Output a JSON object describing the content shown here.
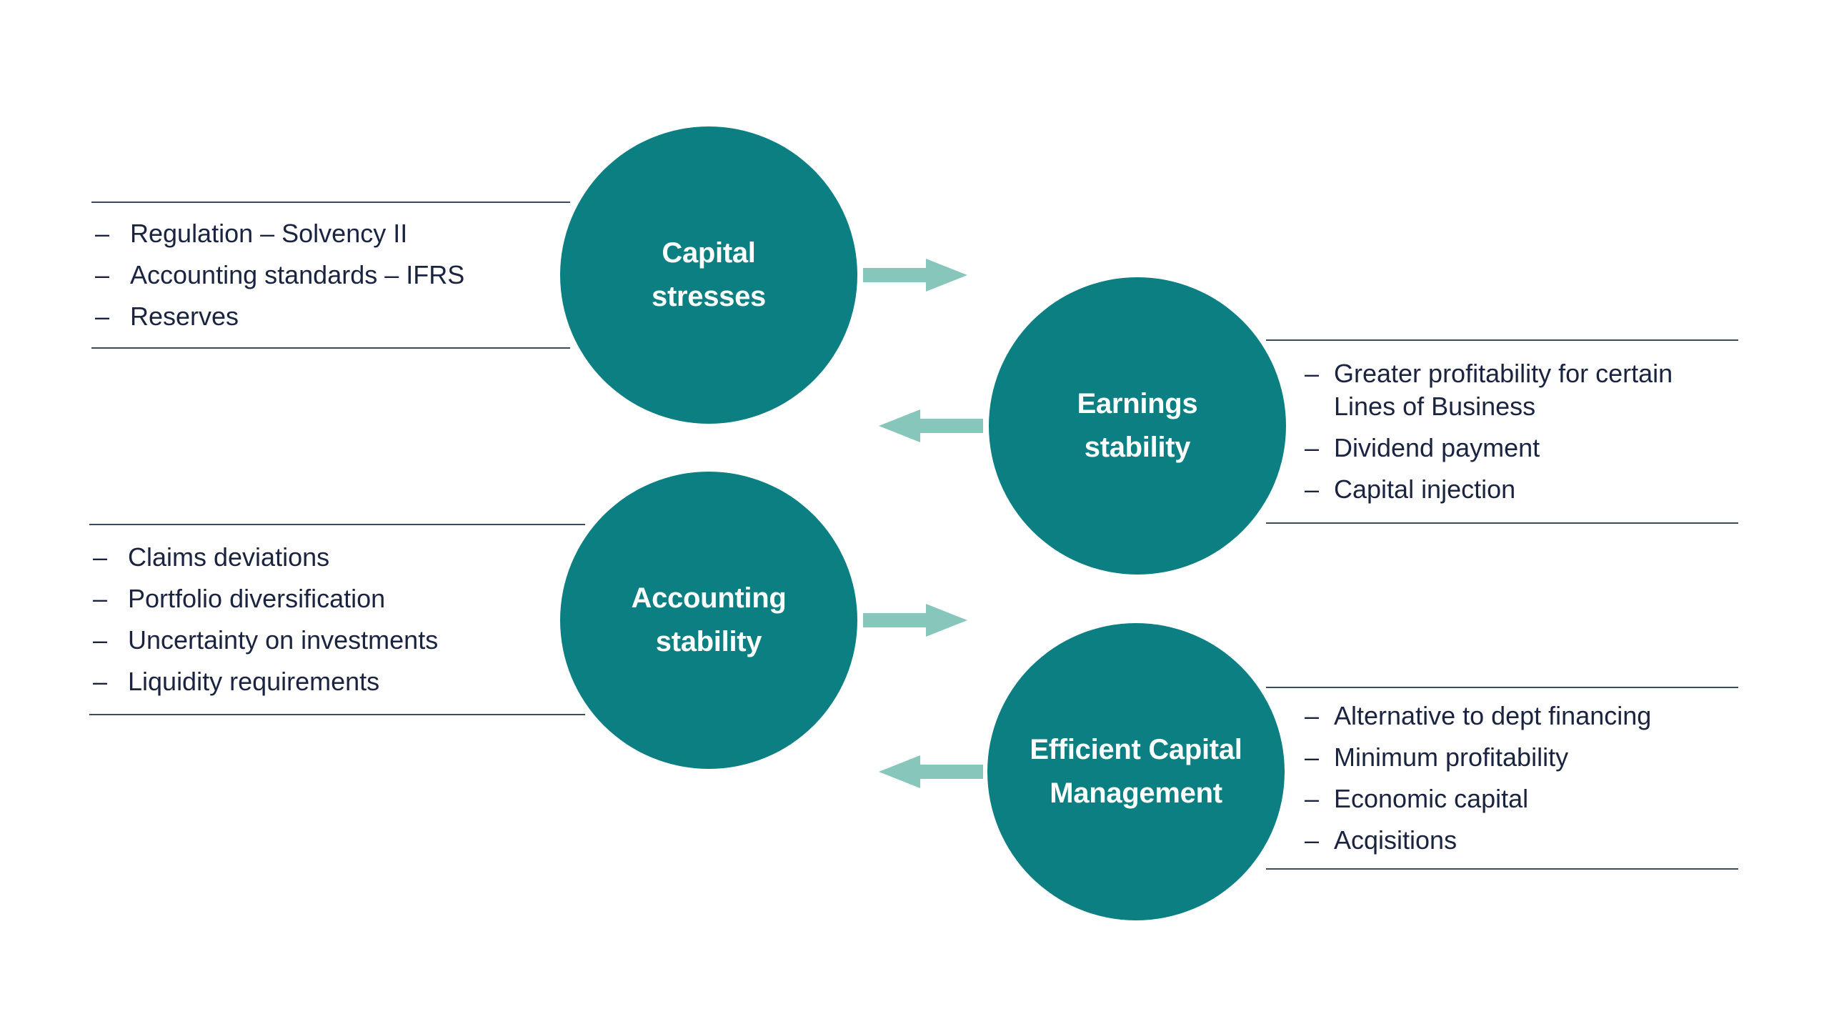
{
  "colors": {
    "circle_fill": "#0b7f81",
    "arrow_fill": "#87c6ba",
    "text": "#1a2440",
    "rule": "#3c4a5f",
    "label": "#ffffff",
    "background": "#ffffff"
  },
  "bullet": "–",
  "nodes": [
    {
      "id": "capital-stresses",
      "lines": [
        "Capital",
        "stresses"
      ]
    },
    {
      "id": "earnings-stability",
      "lines": [
        "Earnings",
        "stability"
      ]
    },
    {
      "id": "accounting-stability",
      "lines": [
        "Accounting",
        "stability"
      ]
    },
    {
      "id": "efficient-capital-management",
      "lines": [
        "Efficient Capital",
        "Management"
      ]
    }
  ],
  "lists": [
    {
      "id": "capital-stresses-drivers",
      "items": [
        "Regulation – Solvency II",
        "Accounting standards – IFRS",
        "Reserves"
      ]
    },
    {
      "id": "accounting-stability-drivers",
      "items": [
        "Claims deviations",
        "Portfolio diversification",
        "Uncertainty on investments",
        "Liquidity requirements"
      ]
    },
    {
      "id": "earnings-stability-outcomes",
      "items": [
        "Greater profitability for certain Lines of Business",
        "Dividend payment",
        "Capital injection"
      ]
    },
    {
      "id": "efficient-capital-management-outcomes",
      "items": [
        "Alternative to dept financing",
        "Minimum profitability",
        "Economic capital",
        "Acqisitions"
      ]
    }
  ]
}
